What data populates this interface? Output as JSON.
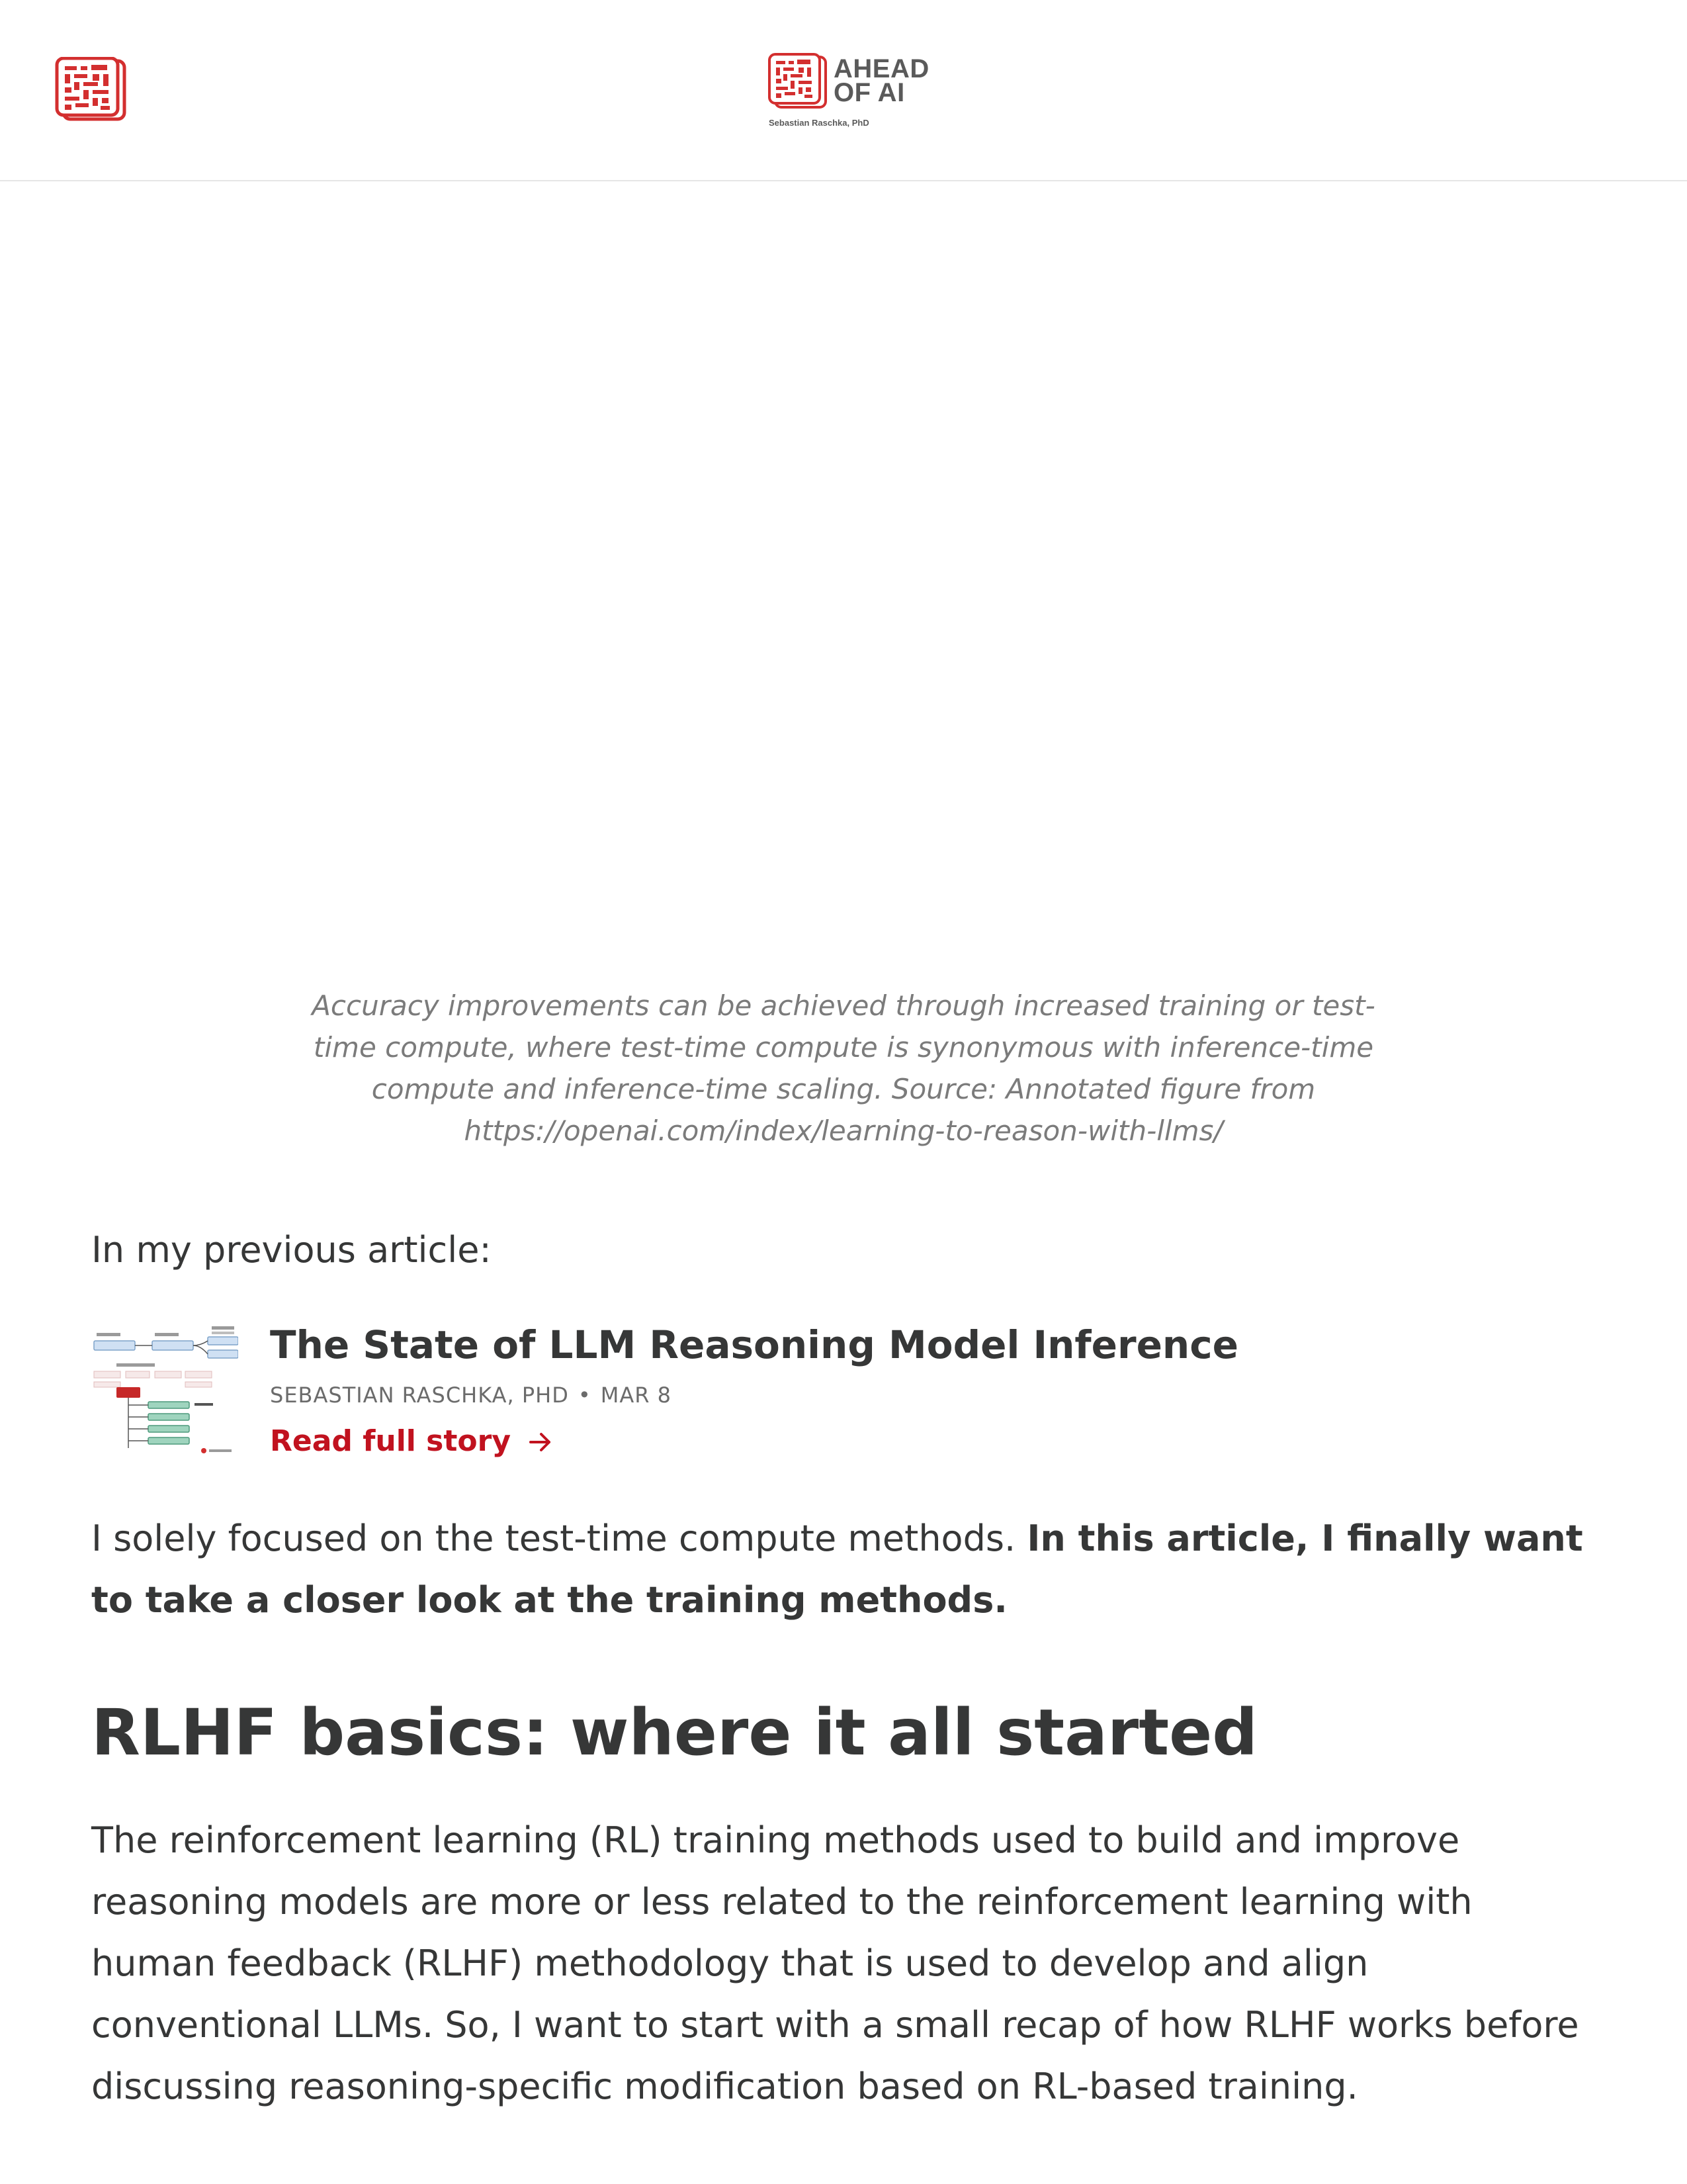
{
  "header": {
    "brand_line1": "AHEAD",
    "brand_line2": "OF AI",
    "author": "Sebastian Raschka, PhD",
    "accent_color": "#d32f2f"
  },
  "figure": {
    "caption": "Accuracy improvements can be achieved through increased training or test-time compute, where test-time compute is synonymous with inference-time compute and inference-time scaling. Source: Annotated figure from https://openai.com/index/learning-to-reason-with-llms/"
  },
  "article": {
    "intro": "In my previous article:",
    "embed": {
      "title": "The State of LLM Reasoning Model Inference",
      "author": "SEBASTIAN RASCHKA, PHD",
      "separator": "•",
      "date": "MAR 8",
      "link_label": "Read full story",
      "link_icon": "arrow-right-icon",
      "link_color": "#c1121f"
    },
    "para2_plain": "I solely focused on the test-time compute methods. ",
    "para2_bold": "In this article, I finally want to take a closer look at the training methods.",
    "heading": "RLHF basics: where it all started",
    "para3": "The reinforcement learning (RL) training methods used to build and improve reasoning models are more or less related to the reinforcement learning with human feedback (RLHF) methodology that is used to develop and align conventional LLMs. So, I want to start with a small recap of how RLHF works before discussing reasoning-specific modification based on RL-based training."
  }
}
